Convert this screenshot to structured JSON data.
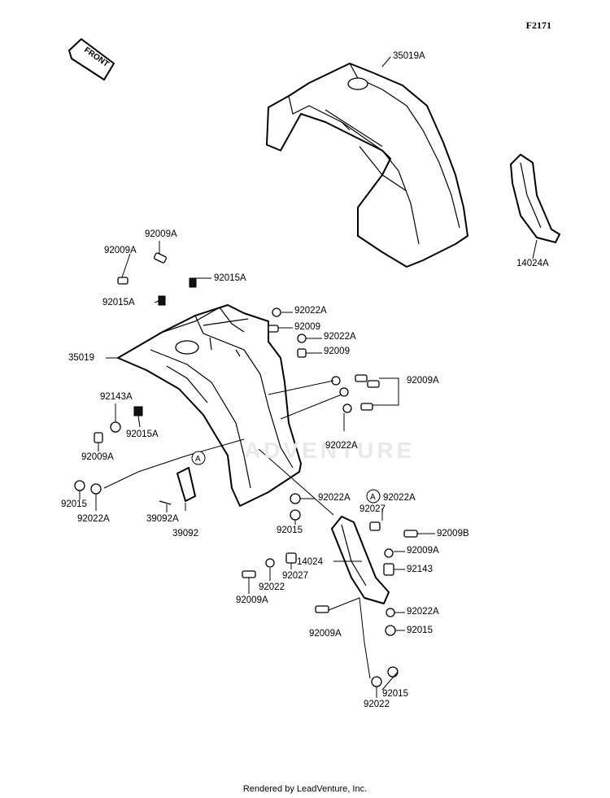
{
  "diagram_code": "F2171",
  "front_arrow_text": "FRONT",
  "callout_letter": "A",
  "watermark": "ADVENTURE",
  "footer": "Rendered by LeadVenture, Inc.",
  "labels": {
    "p35019A": "35019A",
    "p14024A": "14024A",
    "p92009A_1": "92009A",
    "p92009A_2": "92009A",
    "p92015A_1": "92015A",
    "p92015A_2": "92015A",
    "p92022A_1": "92022A",
    "p92009_1": "92009",
    "p92022A_2": "92022A",
    "p92009_2": "92009",
    "p35019": "35019",
    "p92009A_3": "92009A",
    "p92143A": "92143A",
    "p92015A_3": "92015A",
    "p92009A_4": "92009A",
    "p92022A_3": "92022A",
    "p92015_1": "92015",
    "p92022A_4": "92022A",
    "p39092A": "39092A",
    "p39092": "39092",
    "p92022A_5": "92022A",
    "p92022A_6": "92022A",
    "p92015_2": "92015",
    "p92027_1": "92027",
    "p92009B": "92009B",
    "p92009A_5": "92009A",
    "p14024": "14024",
    "p92143": "92143",
    "p92022_1": "92022",
    "p92027_2": "92027",
    "p92009A_6": "92009A",
    "p92022A_7": "92022A",
    "p92009A_7": "92009A",
    "p92015_3": "92015",
    "p92015_4": "92015",
    "p92022_2": "92022"
  }
}
